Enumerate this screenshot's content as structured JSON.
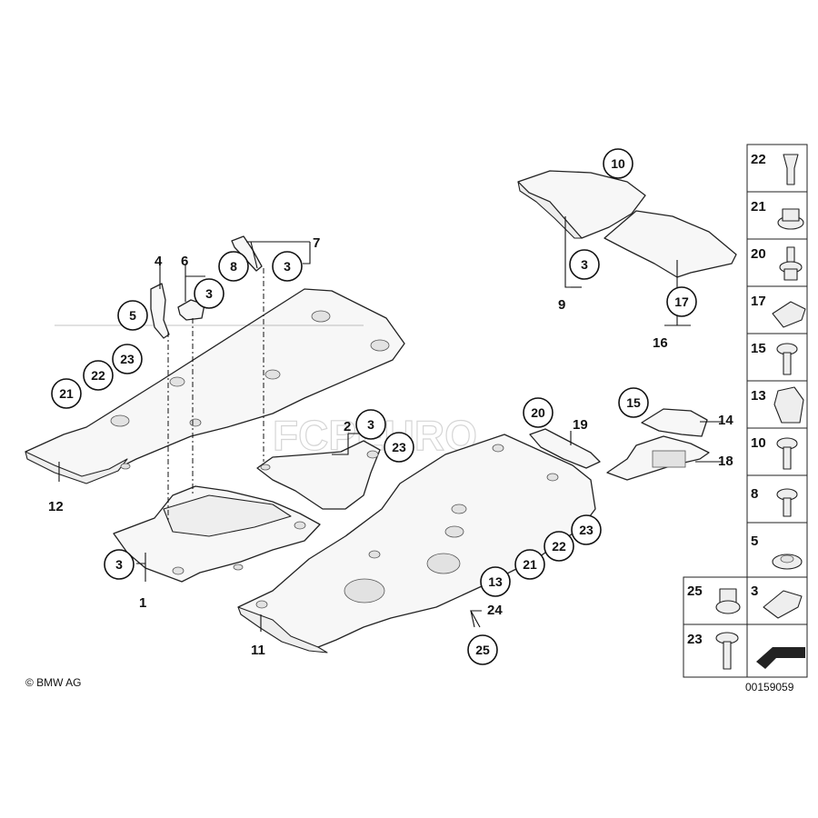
{
  "watermark": "FCPEURO",
  "copyright": "© BMW AG",
  "diagram_number": "00159059",
  "callouts": {
    "c1": "1",
    "c2": "2",
    "c3a": "3",
    "c3b": "3",
    "c3c": "3",
    "c3d": "3",
    "c3e": "3",
    "c4": "4",
    "c5": "5",
    "c6": "6",
    "c7": "7",
    "c8": "8",
    "c9": "9",
    "c10": "10",
    "c11": "11",
    "c12": "12",
    "c13": "13",
    "c14": "14",
    "c15": "15",
    "c16": "16",
    "c17": "17",
    "c18": "18",
    "c19": "19",
    "c20": "20",
    "c21a": "21",
    "c21b": "21",
    "c22a": "22",
    "c22b": "22",
    "c23a": "23",
    "c23b": "23",
    "c23c": "23",
    "c24": "24",
    "c25": "25"
  },
  "legend": {
    "l22": "22",
    "l21": "21",
    "l20": "20",
    "l17": "17",
    "l15": "15",
    "l13": "13",
    "l10": "10",
    "l8": "8",
    "l5": "5",
    "l25": "25",
    "l3": "3",
    "l23": "23"
  }
}
